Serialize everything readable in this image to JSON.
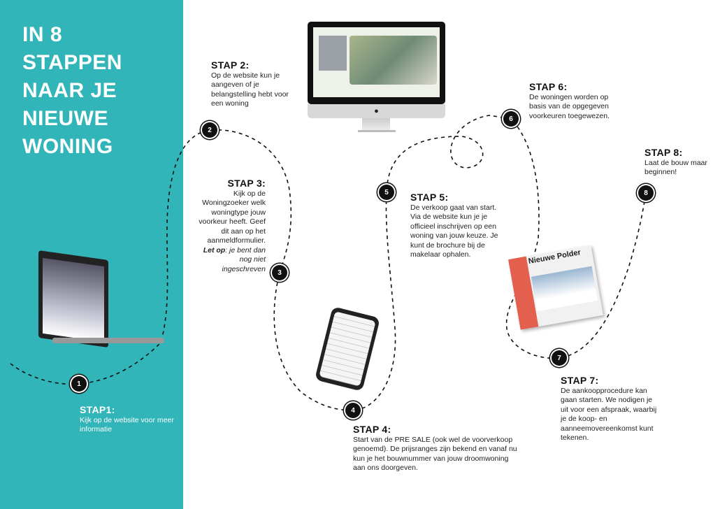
{
  "title": "IN 8 STAPPEN NAAR JE NIEUWE WONING",
  "steps": [
    {
      "n": "1",
      "title": "STAP1:",
      "text": "Kijk op de website voor meer informatie"
    },
    {
      "n": "2",
      "title": "STAP 2:",
      "text": "Op de website kun je aangeven of je belangstelling hebt voor een woning"
    },
    {
      "n": "3",
      "title": "STAP 3:",
      "text": "Kijk op de Woningzoeker welk woningtype jouw voorkeur heeft. Geef dit aan op het aanmeldformulier.",
      "note_label": "Let op",
      "note_text": ": je bent dan nog niet ingeschreven"
    },
    {
      "n": "4",
      "title": "STAP 4:",
      "text": "Start van de PRE SALE (ook wel de voorverkoop genoemd). De prijsranges zijn bekend en vanaf nu kun je het bouwnummer van jouw droomwoning aan ons doorgeven."
    },
    {
      "n": "5",
      "title": "STAP 5:",
      "text": "De verkoop gaat van start. Via de website kun je je officieel inschrijven op een woning van jouw keuze. Je kunt de brochure bij de makelaar ophalen."
    },
    {
      "n": "6",
      "title": "STAP 6:",
      "text": "De woningen worden op basis van de opgegeven voorkeuren toegewezen."
    },
    {
      "n": "7",
      "title": "STAP 7:",
      "text": "De aankoopprocedure kan gaan starten. We nodigen je uit voor een afspraak, waarbij je de koop- en aanneemovereenkomst kunt tekenen."
    },
    {
      "n": "8",
      "title": "STAP 8:",
      "text": "Laat de bouw maar beginnen!"
    }
  ],
  "magazine_title": "Nieuwe Polder",
  "colors": {
    "teal": "#31b5b9",
    "dark": "#111111"
  }
}
